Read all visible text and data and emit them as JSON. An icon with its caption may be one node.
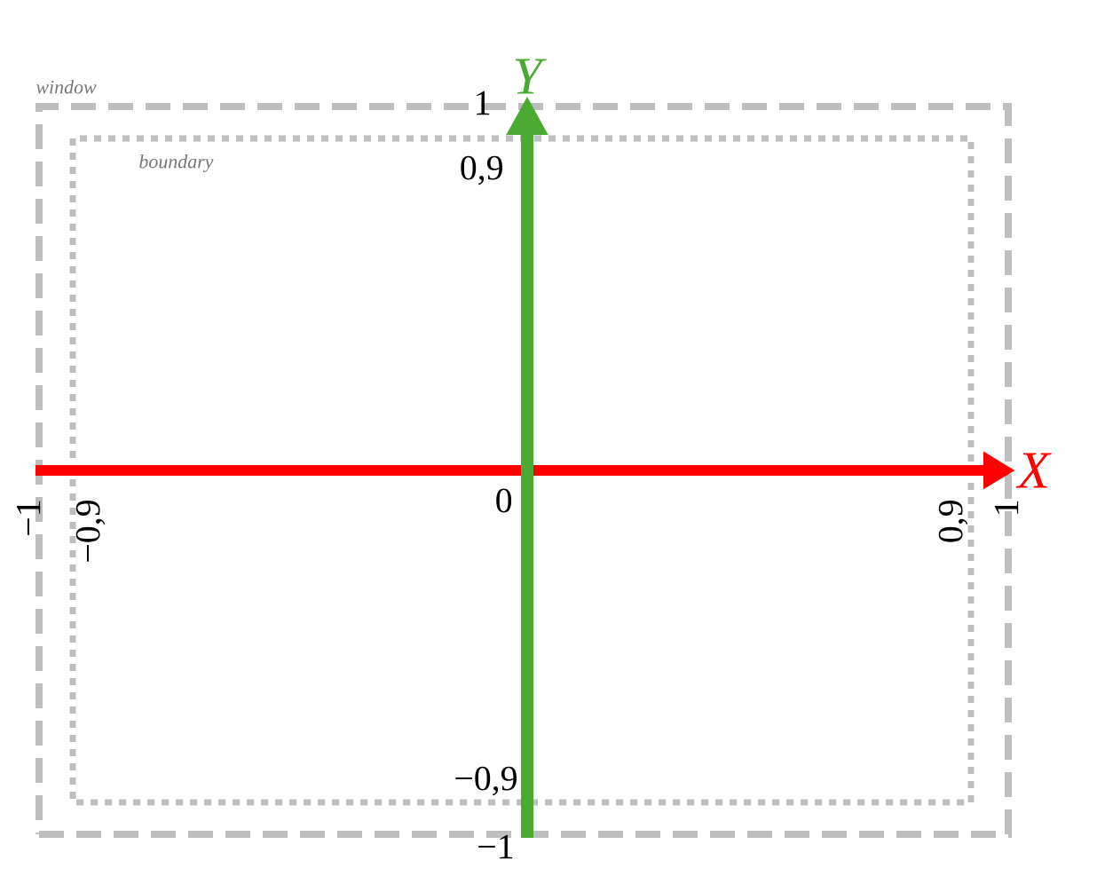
{
  "diagram": {
    "nodes": [
      {
        "text": [
          "window"
        ]
      },
      {
        "text": [
          "boundary"
        ],
        "in": 0
      },
      {
        "text": [
          "Y"
        ]
      },
      {
        "text": [
          "X"
        ]
      }
    ],
    "edges": [
      {
        "from": 0,
        "to": 3,
        "arrow": "to",
        "color": "#ff0000"
      },
      {
        "from": 0,
        "to": 2,
        "arrow": "to",
        "color": "#4aaa32"
      }
    ],
    "labels": [
      "1",
      "0,9",
      "−1",
      "−0,9",
      "0",
      "0,9",
      "1",
      "−0,9",
      "−1"
    ]
  }
}
